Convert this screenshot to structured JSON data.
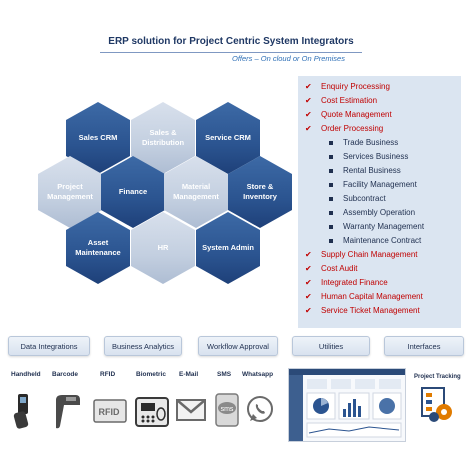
{
  "header": {
    "title": "ERP solution for Project Centric System Integrators",
    "subtitle": "Offers – On cloud or On Premises"
  },
  "hexagons": [
    {
      "label": "Sales CRM",
      "style": "dark"
    },
    {
      "label": "Sales & Distribution",
      "style": "light"
    },
    {
      "label": "Service CRM",
      "style": "dark"
    },
    {
      "label": "Project Management",
      "style": "light"
    },
    {
      "label": "Finance",
      "style": "dark"
    },
    {
      "label": "Material Management",
      "style": "light"
    },
    {
      "label": "Store & Inventory",
      "style": "dark"
    },
    {
      "label": "Asset Maintenance",
      "style": "dark"
    },
    {
      "label": "HR",
      "style": "light"
    },
    {
      "label": "System Admin",
      "style": "dark"
    }
  ],
  "processes": {
    "items": [
      {
        "label": "Enquiry Processing",
        "level": "main"
      },
      {
        "label": "Cost Estimation",
        "level": "main"
      },
      {
        "label": "Quote Management",
        "level": "main"
      },
      {
        "label": "Order Processing",
        "level": "main"
      },
      {
        "label": "Trade Business",
        "level": "sub"
      },
      {
        "label": "Services Business",
        "level": "sub"
      },
      {
        "label": "Rental Business",
        "level": "sub"
      },
      {
        "label": "Facility Management",
        "level": "sub"
      },
      {
        "label": "Subcontract",
        "level": "sub"
      },
      {
        "label": "Assembly Operation",
        "level": "sub"
      },
      {
        "label": "Warranty Management",
        "level": "sub"
      },
      {
        "label": "Maintenance Contract",
        "level": "sub"
      },
      {
        "label": "Supply Chain Management",
        "level": "main"
      },
      {
        "label": "Cost Audit",
        "level": "main"
      },
      {
        "label": "Integrated Finance",
        "level": "main"
      },
      {
        "label": "Human Capital Management",
        "level": "main"
      },
      {
        "label": "Service Ticket Management",
        "level": "main"
      }
    ]
  },
  "features": [
    "Data Integrations",
    "Business Analytics",
    "Workflow Approval",
    "Utilities",
    "Interfaces"
  ],
  "devices": [
    {
      "label": "Handheld",
      "icon": "handheld-scanner-icon"
    },
    {
      "label": "Barcode",
      "icon": "barcode-scanner-icon"
    },
    {
      "label": "RFID",
      "icon": "rfid-icon"
    },
    {
      "label": "Biometric",
      "icon": "biometric-icon"
    },
    {
      "label": "E-Mail",
      "icon": "email-icon"
    },
    {
      "label": "SMS",
      "icon": "sms-icon"
    },
    {
      "label": "Whatsapp",
      "icon": "whatsapp-icon"
    }
  ],
  "tracking": {
    "label": "Project Tracking",
    "icon_rfid_text": "RFID",
    "icon_sms_text": "sms"
  },
  "colors": {
    "hex_dark": "#2b5490",
    "hex_light": "#c3cfe0",
    "panel_bg": "#dbe5f1",
    "process_red": "#c00000",
    "title_navy": "#1f3864"
  }
}
